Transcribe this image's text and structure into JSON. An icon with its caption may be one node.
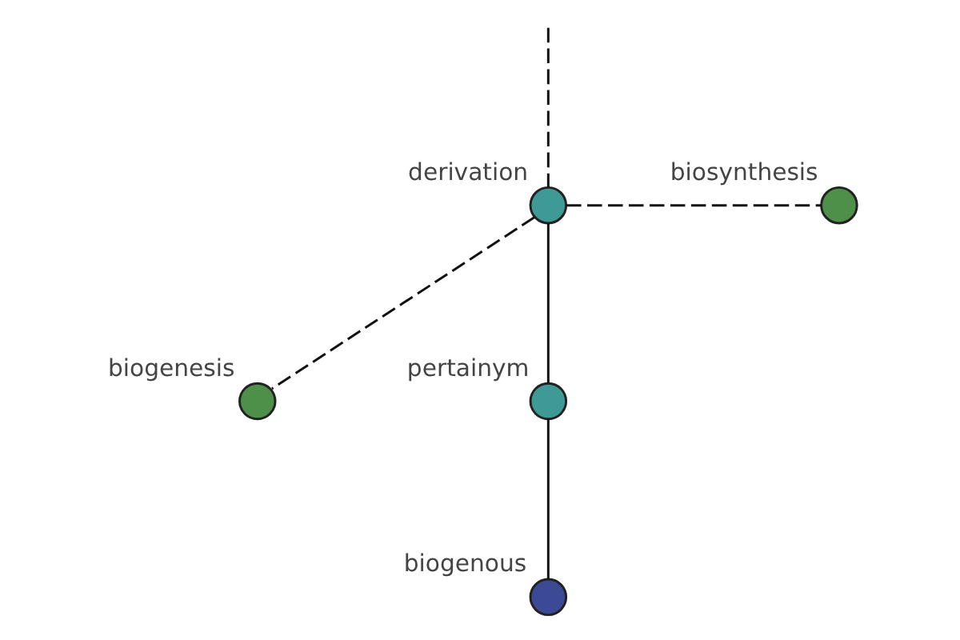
{
  "diagram": {
    "nodes": [
      {
        "text": [
          "derivation"
        ]
      },
      {
        "text": [
          "biosynthesis"
        ]
      },
      {
        "text": [
          "biogenesis"
        ]
      },
      {
        "text": [
          "pertainym"
        ]
      },
      {
        "text": [
          "biogenous"
        ]
      }
    ],
    "edges": [
      {
        "from": null,
        "to": 0,
        "arrow": "none",
        "style": "dashed"
      },
      {
        "from": 0,
        "to": 2,
        "arrow": "none",
        "style": "dashed"
      },
      {
        "from": 0,
        "to": 1,
        "arrow": "none",
        "style": "dashed"
      },
      {
        "from": 0,
        "to": 3,
        "arrow": "none"
      },
      {
        "from": 3,
        "to": 4,
        "arrow": "none"
      }
    ]
  }
}
